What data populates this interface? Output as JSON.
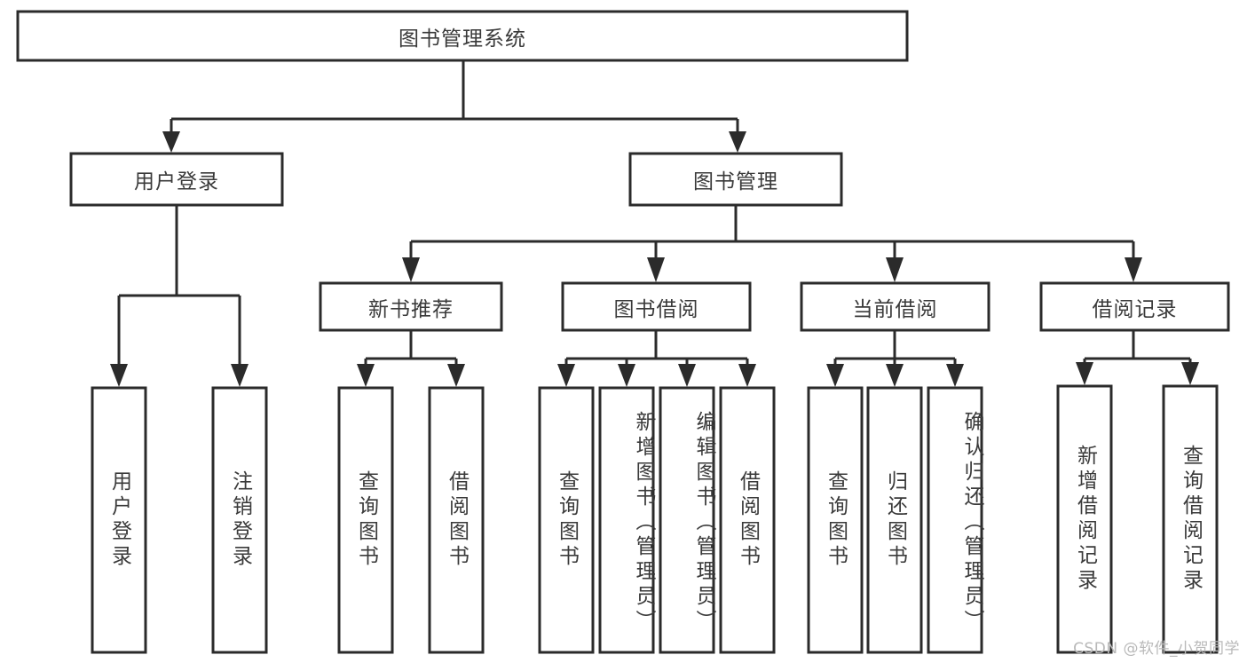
{
  "diagram": {
    "title": "图书管理系统",
    "type": "hierarchy-tree",
    "watermark": "CSDN @软件_小贺同学",
    "colors": {
      "box_stroke": "#2b2b2b",
      "box_fill": "#ffffff",
      "text": "#3a3a3a",
      "background": "#ffffff",
      "watermark": "#b9b9b9"
    },
    "nodes": {
      "root": {
        "label": "图书管理系统"
      },
      "level1": [
        {
          "label": "用户登录"
        },
        {
          "label": "图书管理"
        }
      ],
      "level2": [
        {
          "label": "新书推荐"
        },
        {
          "label": "图书借阅"
        },
        {
          "label": "当前借阅"
        },
        {
          "label": "借阅记录"
        }
      ],
      "leaves": {
        "user_login": [
          {
            "label": "用户登录"
          },
          {
            "label": "注销登录"
          }
        ],
        "new_book": [
          {
            "label": "查询图书"
          },
          {
            "label": "借阅图书"
          }
        ],
        "book_borrow": [
          {
            "label": "查询图书"
          },
          {
            "label": "新增图书（管理员）"
          },
          {
            "label": "编辑图书（管理员）"
          },
          {
            "label": "借阅图书"
          }
        ],
        "current_borrow": [
          {
            "label": "查询图书"
          },
          {
            "label": "归还图书"
          },
          {
            "label": "确认归还（管理员）"
          }
        ],
        "borrow_record": [
          {
            "label": "新增借阅记录"
          },
          {
            "label": "查询借阅记录"
          }
        ]
      }
    }
  }
}
